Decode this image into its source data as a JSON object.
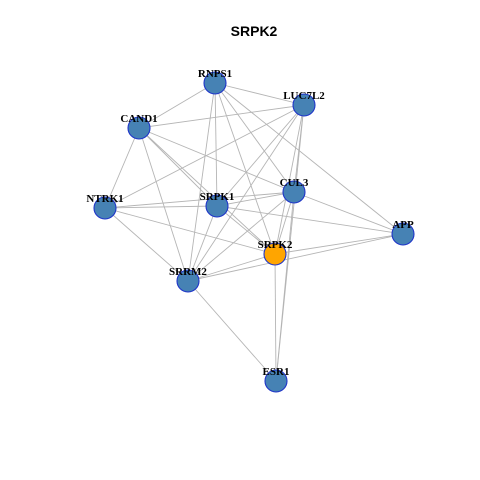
{
  "title": "SRPK2",
  "colors": {
    "node_fill": "#4682b4",
    "focus_fill": "#ffa500",
    "node_border": "#1f35c9",
    "edge": "#b5b5b5"
  },
  "nodes": [
    {
      "id": "RNPS1",
      "label": "RNPS1",
      "focus": false
    },
    {
      "id": "LUC7L2",
      "label": "LUC7L2",
      "focus": false
    },
    {
      "id": "CAND1",
      "label": "CAND1",
      "focus": false
    },
    {
      "id": "CUL3",
      "label": "CUL3",
      "focus": false
    },
    {
      "id": "NTRK1",
      "label": "NTRK1",
      "focus": false
    },
    {
      "id": "SRPK1",
      "label": "SRPK1",
      "focus": false
    },
    {
      "id": "APP",
      "label": "APP",
      "focus": false
    },
    {
      "id": "SRPK2",
      "label": "SRPK2",
      "focus": true
    },
    {
      "id": "SRRM2",
      "label": "SRRM2",
      "focus": false
    },
    {
      "id": "ESR1",
      "label": "ESR1",
      "focus": false
    }
  ],
  "edges": [
    [
      "RNPS1",
      "LUC7L2"
    ],
    [
      "RNPS1",
      "CAND1"
    ],
    [
      "RNPS1",
      "CUL3"
    ],
    [
      "RNPS1",
      "SRPK1"
    ],
    [
      "RNPS1",
      "SRPK2"
    ],
    [
      "RNPS1",
      "SRRM2"
    ],
    [
      "RNPS1",
      "APP"
    ],
    [
      "LUC7L2",
      "CAND1"
    ],
    [
      "LUC7L2",
      "NTRK1"
    ],
    [
      "LUC7L2",
      "SRPK1"
    ],
    [
      "LUC7L2",
      "CUL3"
    ],
    [
      "LUC7L2",
      "SRPK2"
    ],
    [
      "LUC7L2",
      "SRRM2"
    ],
    [
      "LUC7L2",
      "ESR1"
    ],
    [
      "CAND1",
      "CUL3"
    ],
    [
      "CAND1",
      "NTRK1"
    ],
    [
      "CAND1",
      "SRPK1"
    ],
    [
      "CAND1",
      "SRPK2"
    ],
    [
      "CAND1",
      "SRRM2"
    ],
    [
      "NTRK1",
      "SRPK1"
    ],
    [
      "NTRK1",
      "CUL3"
    ],
    [
      "NTRK1",
      "SRPK2"
    ],
    [
      "NTRK1",
      "SRRM2"
    ],
    [
      "SRPK1",
      "CUL3"
    ],
    [
      "SRPK1",
      "SRPK2"
    ],
    [
      "SRPK1",
      "SRRM2"
    ],
    [
      "SRPK1",
      "APP"
    ],
    [
      "CUL3",
      "SRPK2"
    ],
    [
      "CUL3",
      "APP"
    ],
    [
      "CUL3",
      "SRRM2"
    ],
    [
      "CUL3",
      "ESR1"
    ],
    [
      "APP",
      "SRPK2"
    ],
    [
      "APP",
      "SRRM2"
    ],
    [
      "SRPK2",
      "SRRM2"
    ],
    [
      "SRPK2",
      "ESR1"
    ],
    [
      "SRRM2",
      "ESR1"
    ]
  ]
}
